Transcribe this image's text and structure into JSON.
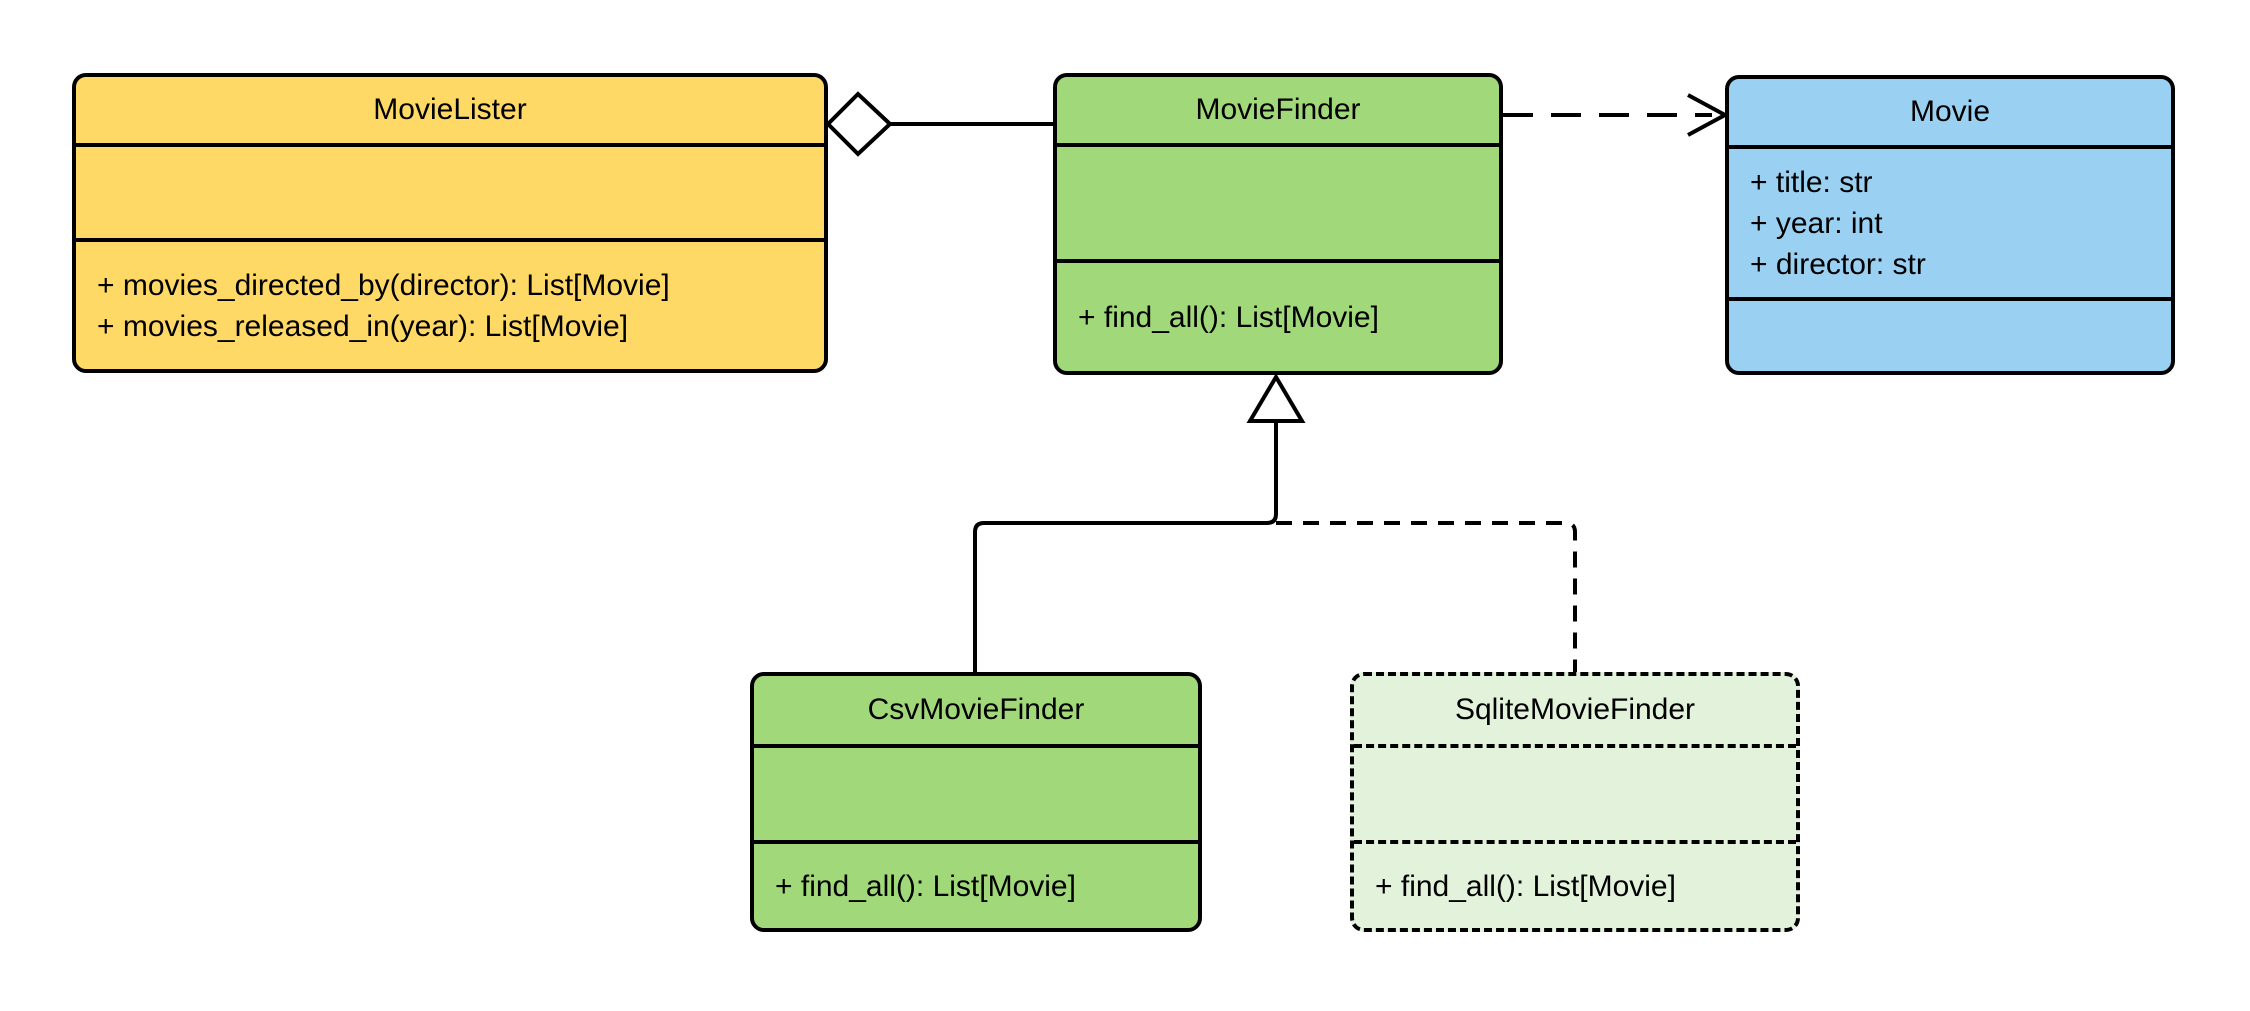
{
  "diagram": {
    "kind": "UML class diagram",
    "background_color": "#FFFFFF",
    "line_color": "#000000",
    "classes": [
      {
        "name": "MovieLister",
        "fill": "#FFD966",
        "border_style": "solid",
        "attributes": [],
        "methods": [
          "+ movies_directed_by(director): List[Movie]",
          "+ movies_released_in(year): List[Movie]"
        ]
      },
      {
        "name": "MovieFinder",
        "fill": "#A1D87A",
        "border_style": "solid",
        "attributes": [],
        "methods": [
          "+ find_all(): List[Movie]"
        ]
      },
      {
        "name": "Movie",
        "fill": "#9AD1F2",
        "border_style": "solid",
        "attributes": [
          "+ title: str",
          "+ year: int",
          "+ director: str"
        ],
        "methods": []
      },
      {
        "name": "CsvMovieFinder",
        "fill": "#A1D87A",
        "border_style": "solid",
        "attributes": [],
        "methods": [
          "+ find_all(): List[Movie]"
        ]
      },
      {
        "name": "SqliteMovieFinder",
        "fill": "#E2F2DB",
        "border_style": "dashed",
        "attributes": [],
        "methods": [
          "+ find_all(): List[Movie]"
        ]
      }
    ],
    "relationships": [
      {
        "type": "aggregation",
        "from": "MovieLister",
        "to": "MovieFinder",
        "line": "solid",
        "marker": "hollow diamond at MovieLister"
      },
      {
        "type": "dependency",
        "from": "MovieFinder",
        "to": "Movie",
        "line": "dashed",
        "marker": "open arrow at Movie"
      },
      {
        "type": "generalization",
        "from": "CsvMovieFinder",
        "to": "MovieFinder",
        "line": "solid",
        "marker": "hollow triangle at MovieFinder"
      },
      {
        "type": "generalization",
        "from": "SqliteMovieFinder",
        "to": "MovieFinder",
        "line": "dashed",
        "marker": "hollow triangle at MovieFinder"
      }
    ]
  }
}
